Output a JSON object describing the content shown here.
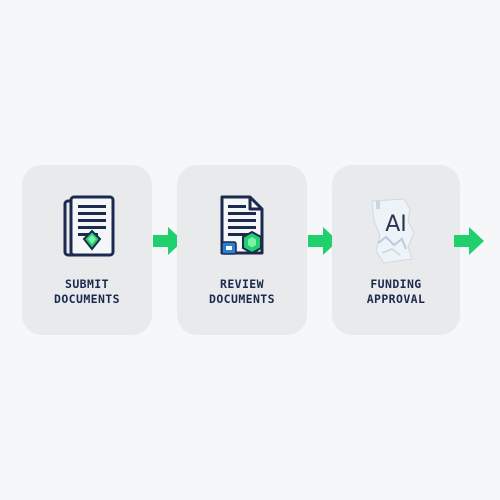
{
  "steps": [
    {
      "icon": "document-diamond-icon",
      "label_line1": "SUBMIT",
      "label_line2": "DOCUMENTS"
    },
    {
      "icon": "document-review-icon",
      "label_line1": "REVIEW",
      "label_line2": "DOCUMENTS"
    },
    {
      "icon": "ai-icon",
      "icon_text": "AI",
      "label_line1": "FUNDING",
      "label_line2": "APPROVAL"
    }
  ],
  "colors": {
    "navy": "#1b2a4e",
    "green": "#1fd06c",
    "card": "#e8eaec",
    "background": "#f6f7f8"
  }
}
